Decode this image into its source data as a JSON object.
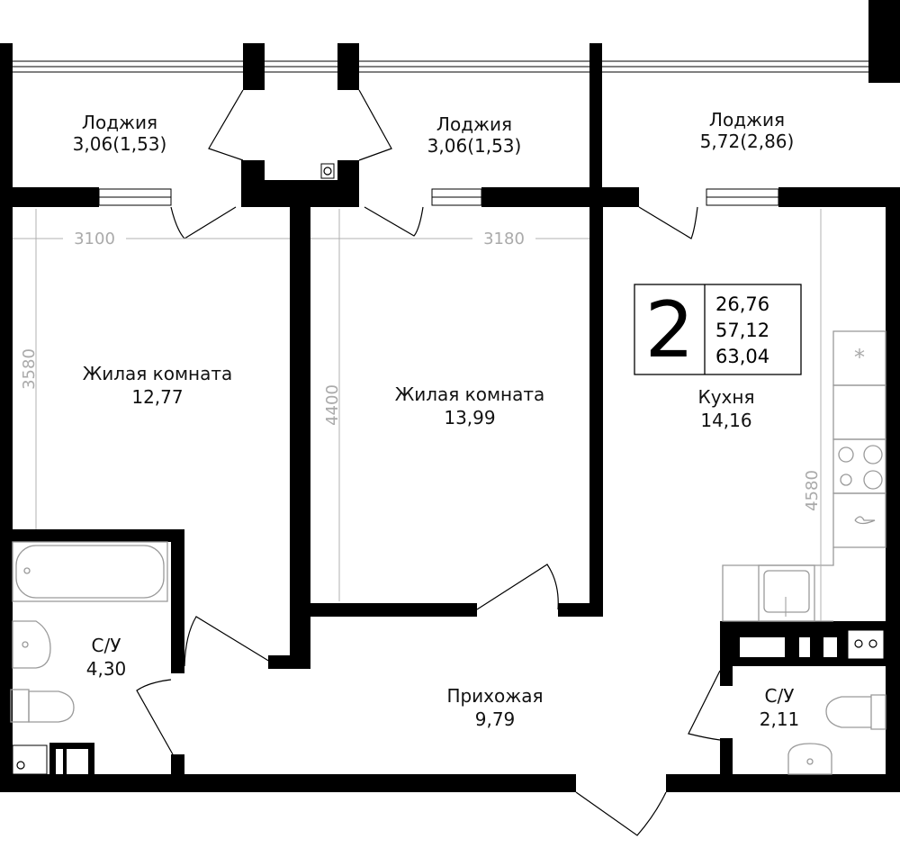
{
  "apartment": {
    "rooms_count": "2",
    "areas": [
      "26,76",
      "57,12",
      "63,04"
    ]
  },
  "rooms": {
    "loggia1": {
      "name": "Лоджия",
      "area": "3,06(1,53)"
    },
    "loggia2": {
      "name": "Лоджия",
      "area": "3,06(1,53)"
    },
    "loggia3": {
      "name": "Лоджия",
      "area": "5,72(2,86)"
    },
    "living1": {
      "name": "Жилая комната",
      "area": "12,77"
    },
    "living2": {
      "name": "Жилая комната",
      "area": "13,99"
    },
    "kitchen": {
      "name": "Кухня",
      "area": "14,16"
    },
    "bath1": {
      "name": "С/У",
      "area": "4,30"
    },
    "bath2": {
      "name": "С/У",
      "area": "2,11"
    },
    "hall": {
      "name": "Прихожая",
      "area": "9,79"
    }
  },
  "dimensions": {
    "d1": "3100",
    "d2": "3180",
    "d3": "3580",
    "d4": "4400",
    "d5": "4580"
  }
}
